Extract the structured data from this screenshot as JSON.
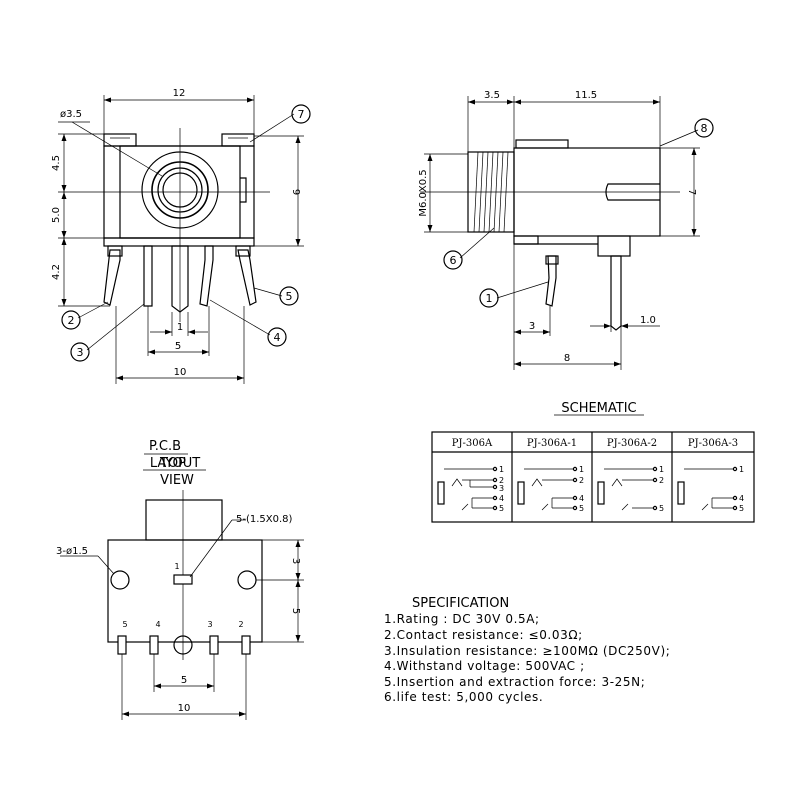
{
  "front_view": {
    "dim_width": "12",
    "dim_hole": "ø3.5",
    "dim_upper": "4.5",
    "dim_middle": "5.0",
    "dim_lower": "4.2",
    "dim_height_right": "9",
    "dim_pin_width": "1",
    "dim_pin_pitch": "5",
    "dim_base": "10",
    "callouts": [
      "7",
      "2",
      "3",
      "5",
      "4"
    ]
  },
  "side_view": {
    "dim_thread_len": "3.5",
    "dim_body_len": "11.5",
    "dim_thread": "M6.0X0.5",
    "dim_height": "7",
    "dim_pin_offset": "3",
    "dim_pin_width": "1.0",
    "dim_base": "8",
    "callouts": [
      "8",
      "6",
      "1"
    ]
  },
  "pcb": {
    "title_1": "P.C.B",
    "title_2": "LAYOUT",
    "title_3": "TOP",
    "title_4": "VIEW",
    "pad_note": "5-(1.5X0.8)",
    "hole_note": "3-ø1.5",
    "dim_top": "3",
    "dim_side": "5",
    "dim_pitch": "5",
    "dim_width": "10",
    "pin_top": "1",
    "pin_labels": [
      "5",
      "4",
      "3",
      "2"
    ]
  },
  "schematic": {
    "title": "SCHEMATIC",
    "columns": [
      "PJ-306A",
      "PJ-306A-1",
      "PJ-306A-2",
      "PJ-306A-3"
    ],
    "pins": [
      [
        "1",
        "2",
        "3",
        "4",
        "5"
      ],
      [
        "1",
        "2",
        "4",
        "5"
      ],
      [
        "1",
        "2",
        "5"
      ],
      [
        "1",
        "4",
        "5"
      ]
    ]
  },
  "specification": {
    "title": "SPECIFICATION",
    "lines": [
      "1.Rating : DC 30V 0.5A;",
      "2.Contact resistance: ≤0.03Ω;",
      "3.Insulation resistance: ≥100MΩ (DC250V);",
      "4.Withstand voltage: 500VAC ;",
      "5.Insertion and extraction force: 3-25N;",
      "6.life test: 5,000 cycles."
    ]
  }
}
